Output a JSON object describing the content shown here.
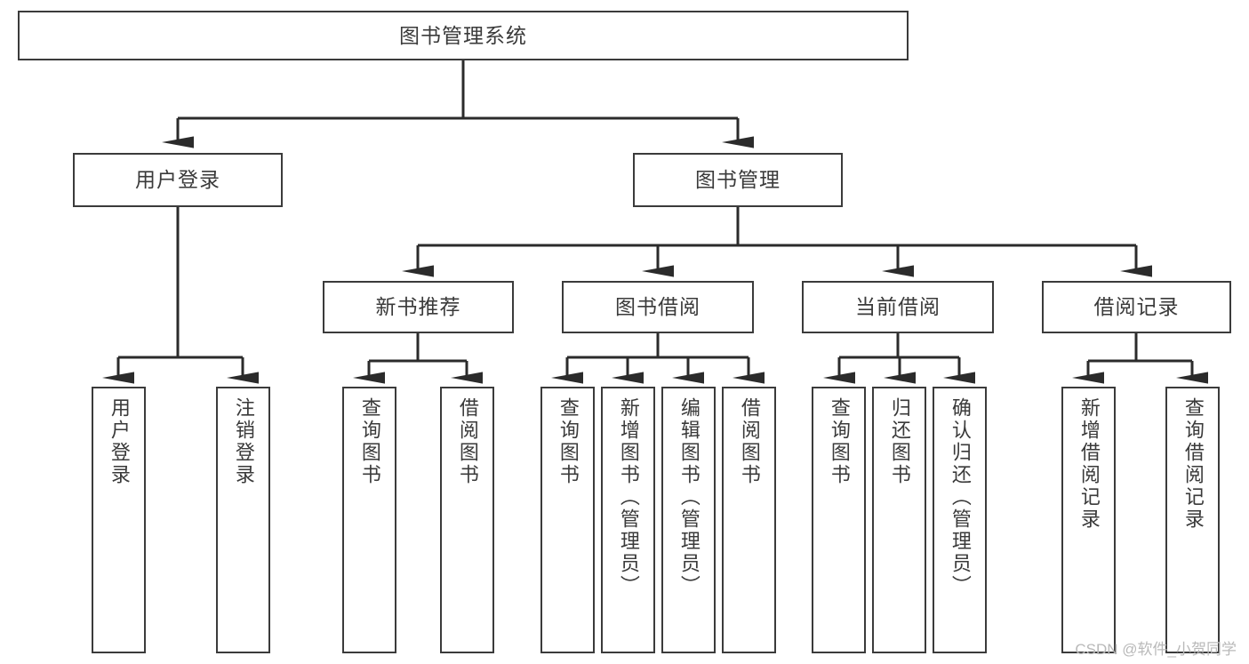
{
  "diagram": {
    "title": "图书管理系统",
    "type": "hierarchy-tree",
    "watermark": "CSDN @软件_小贺同学",
    "colors": {
      "background": "#ffffff",
      "box_border": "#3b3b3b",
      "text": "#3a3a3a",
      "connector": "#2b2b2b",
      "watermark": "#b9b9b9"
    },
    "root": {
      "label": "图书管理系统",
      "orientation": "horizontal"
    },
    "level2": [
      {
        "label": "用户登录",
        "orientation": "horizontal"
      },
      {
        "label": "图书管理",
        "orientation": "horizontal"
      }
    ],
    "level3": [
      {
        "label": "新书推荐",
        "orientation": "horizontal",
        "parent": "图书管理"
      },
      {
        "label": "图书借阅",
        "orientation": "horizontal",
        "parent": "图书管理"
      },
      {
        "label": "当前借阅",
        "orientation": "horizontal",
        "parent": "图书管理"
      },
      {
        "label": "借阅记录",
        "orientation": "horizontal",
        "parent": "图书管理"
      }
    ],
    "leaves": [
      {
        "label": "用户登录",
        "orientation": "vertical",
        "parent": "用户登录"
      },
      {
        "label": "注销登录",
        "orientation": "vertical",
        "parent": "用户登录"
      },
      {
        "label": "查询图书",
        "orientation": "vertical",
        "parent": "新书推荐"
      },
      {
        "label": "借阅图书",
        "orientation": "vertical",
        "parent": "新书推荐"
      },
      {
        "label": "查询图书",
        "orientation": "vertical",
        "parent": "图书借阅"
      },
      {
        "label": "新增图书（管理员）",
        "orientation": "vertical",
        "parent": "图书借阅"
      },
      {
        "label": "编辑图书（管理员）",
        "orientation": "vertical",
        "parent": "图书借阅"
      },
      {
        "label": "借阅图书",
        "orientation": "vertical",
        "parent": "图书借阅"
      },
      {
        "label": "查询图书",
        "orientation": "vertical",
        "parent": "当前借阅"
      },
      {
        "label": "归还图书",
        "orientation": "vertical",
        "parent": "当前借阅"
      },
      {
        "label": "确认归还（管理员）",
        "orientation": "vertical",
        "parent": "当前借阅"
      },
      {
        "label": "新增借阅记录",
        "orientation": "vertical",
        "parent": "借阅记录"
      },
      {
        "label": "查询借阅记录",
        "orientation": "vertical",
        "parent": "借阅记录"
      }
    ]
  }
}
